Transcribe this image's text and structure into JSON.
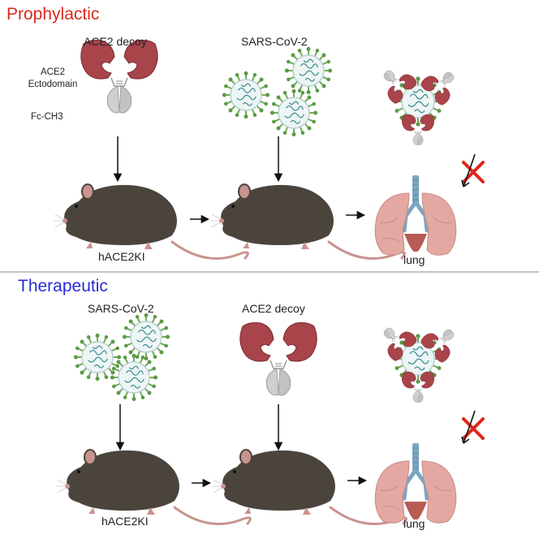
{
  "colors": {
    "prophylactic_title": "#d62a1c",
    "therapeutic_title": "#2b2bd8",
    "decoy_red": "#a8444a",
    "fc_gray": "#c8c8c8",
    "virus_green": "#6aa84f",
    "virus_teal": "#3d8f93",
    "mouse_body": "#4a443c",
    "mouse_pink": "#c9938f",
    "lung_pink": "#e4a8a2",
    "trachea_blue": "#7aa6c2",
    "cross_red": "#e0261a",
    "divider": "#888888"
  },
  "prophylactic": {
    "title": "Prophylactic",
    "decoy_label": "ACE2 decoy",
    "ectodomain_label_1": "ACE2",
    "ectodomain_label_2": "Ectodomain",
    "fc_label": "Fc-CH3",
    "virus_label": "SARS-CoV-2",
    "mouse_label": "hACE2KI",
    "lung_label": "lung"
  },
  "therapeutic": {
    "title": "Therapeutic",
    "virus_label": "SARS-CoV-2",
    "decoy_label": "ACE2 decoy",
    "mouse_label": "hACE2KI",
    "lung_label": "lung"
  },
  "icons": [
    "decoy-icon",
    "virus-icon",
    "neutralized-complex-icon",
    "mouse-icon",
    "lung-icon",
    "cross-icon",
    "arrow-icon"
  ]
}
